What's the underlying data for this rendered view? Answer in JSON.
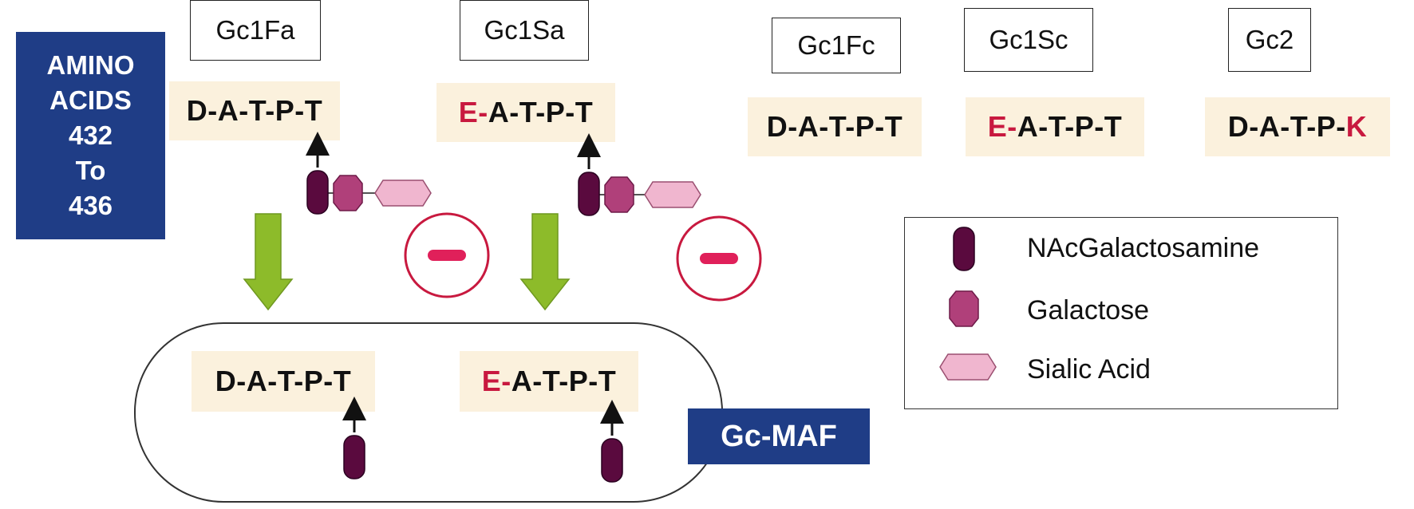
{
  "amino_label": {
    "line1": "AMINO",
    "line2": "ACIDS",
    "line3": "432",
    "line4": "To",
    "line5": "436"
  },
  "variants": [
    {
      "name": "Gc1Fa",
      "prefix": "",
      "body": "D-A-T-P-T",
      "suffix": ""
    },
    {
      "name": "Gc1Sa",
      "prefix": "E-",
      "body": "A-T-P-T",
      "suffix": ""
    },
    {
      "name": "Gc1Fc",
      "prefix": "",
      "body": "D-A-T-P-T",
      "suffix": ""
    },
    {
      "name": "Gc1Sc",
      "prefix": "E-",
      "body": "A-T-P-T",
      "suffix": ""
    },
    {
      "name": "Gc2",
      "prefix": "",
      "body": "D-A-T-P-",
      "suffix": "K"
    }
  ],
  "result": {
    "seq_a": {
      "prefix": "",
      "body": "D-A-T-P-T"
    },
    "seq_b": {
      "prefix": "E-",
      "body": "A-T-P-T"
    },
    "label": "Gc-MAF"
  },
  "legend": {
    "items": [
      {
        "label": "NAcGalactosamine",
        "icon": "nacgalactosamine-icon",
        "color": "#5a0a3e"
      },
      {
        "label": "Galactose",
        "icon": "galactose-icon",
        "color": "#b0407a"
      },
      {
        "label": "Sialic Acid",
        "icon": "sialic-acid-icon",
        "color": "#f0b6cf"
      }
    ]
  },
  "colors": {
    "navy": "#1f3d86",
    "highlight_red": "#c8193f",
    "arrow_green": "#8dbb2a",
    "sequence_bg": "#fbf1dd"
  }
}
